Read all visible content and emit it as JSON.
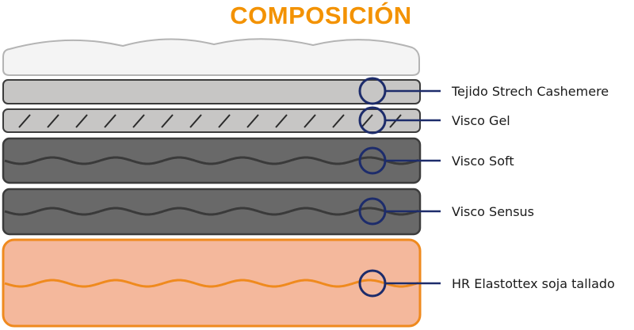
{
  "title": "COMPOSICIÓN",
  "colors": {
    "title": "#f39200",
    "marker": "#1d2c6b",
    "top_fill": "#f4f4f4",
    "top_stroke": "#b4b4b4",
    "fabric_fill": "#c7c6c5",
    "gel_fill": "#c7c6c5",
    "dark_fill": "#696969",
    "dark_stroke": "#3c3c3c",
    "wave_dark": "#3a3a3a",
    "foam_fill": "#f4b89c",
    "foam_stroke": "#ef8a1e",
    "wave_orange": "#ef8a1e"
  },
  "layers": [
    {
      "id": "fabric",
      "label": "Tejido Strech Cashemere"
    },
    {
      "id": "gel",
      "label": "Visco Gel"
    },
    {
      "id": "soft",
      "label": "Visco Soft"
    },
    {
      "id": "sensus",
      "label": "Visco Sensus"
    },
    {
      "id": "hr",
      "label": "HR Elastottex soja tallado"
    }
  ]
}
